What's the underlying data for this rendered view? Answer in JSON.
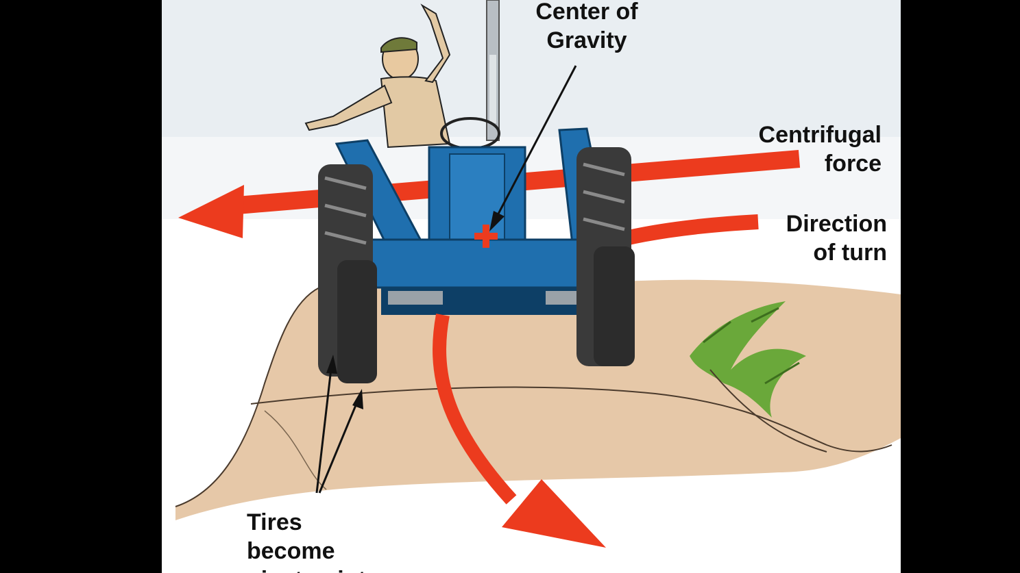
{
  "diagram": {
    "labels": {
      "center_of_gravity": {
        "line1": "Center of",
        "line2": "Gravity"
      },
      "centrifugal_force": {
        "line1": "Centrifugal",
        "line2": "force"
      },
      "direction_of_turn": {
        "line1": "Direction",
        "line2": "of turn"
      },
      "tires": {
        "line1": "Tires",
        "line2": "become",
        "line3": "pivot points"
      }
    },
    "colors": {
      "letterbox": "#000000",
      "sky": "#e9eef2",
      "ground": "#e6c8a8",
      "tractor_blue": "#1f6fae",
      "tractor_dark": "#0d3f66",
      "tire": "#3a3a3a",
      "arrow_red": "#ec3b1e",
      "shrub_green": "#6aa83a",
      "text": "#111111"
    },
    "icons": [
      "tractor",
      "operator",
      "center-of-gravity-cross",
      "centrifugal-force-arrow",
      "direction-of-turn-arrow",
      "pointer-arrow",
      "shrub"
    ]
  }
}
